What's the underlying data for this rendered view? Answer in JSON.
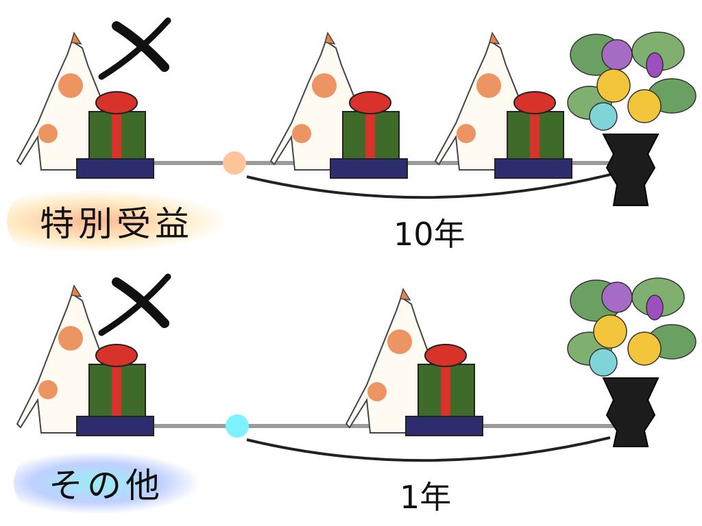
{
  "rows": [
    {
      "id": "top",
      "label": "特別受益",
      "period": "10年",
      "dot_color": "#FFC49A"
    },
    {
      "id": "bottom",
      "label": "その他",
      "period": "1年",
      "dot_color": "#7FF2FF"
    }
  ],
  "colors": {
    "timeline": "#9a9a9a",
    "box_green": "#3f6b2a",
    "box_ribbon": "#d8322a",
    "box_base": "#2c2c6e",
    "cat_patch": "#e9834a",
    "vase": "#1c1c1c",
    "cross": "#111111"
  }
}
